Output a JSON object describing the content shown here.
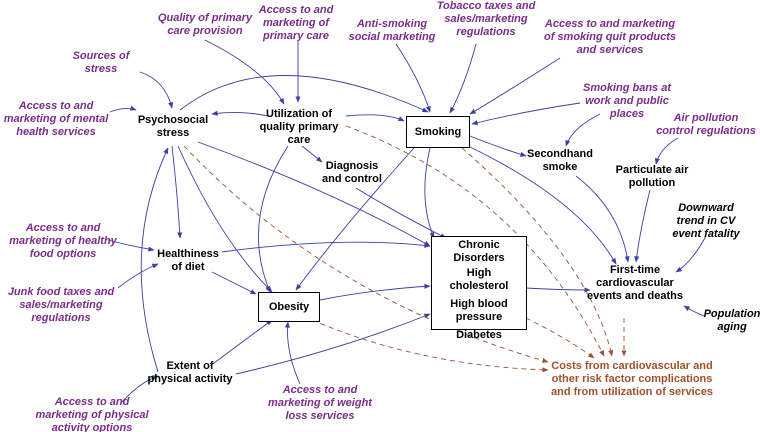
{
  "colors": {
    "policy_lever": "#7b2d8b",
    "variable": "#000000",
    "cost": "#a0522d",
    "arrow": "#3b3ea8",
    "cost_arrow": "#a0522d"
  },
  "nodes": {
    "quality_primary_care": {
      "lines": [
        "Quality of primary",
        "care provision"
      ]
    },
    "access_primary_care": {
      "lines": [
        "Access to and",
        "marketing of",
        "primary care"
      ]
    },
    "anti_smoking": {
      "lines": [
        "Anti-smoking",
        "social marketing"
      ]
    },
    "tobacco_taxes": {
      "lines": [
        "Tobacco taxes and",
        "sales/marketing",
        "regulations"
      ]
    },
    "access_quit": {
      "lines": [
        "Access to and marketing",
        "of smoking quit products",
        "and services"
      ]
    },
    "sources_stress": {
      "lines": [
        "Sources of",
        "stress"
      ]
    },
    "smoking_bans": {
      "lines": [
        "Smoking bans at",
        "work and public",
        "places"
      ]
    },
    "access_mental": {
      "lines": [
        "Access to and",
        "marketing of mental",
        "health services"
      ]
    },
    "psychosocial_stress": {
      "lines": [
        "Psychosocial",
        "stress"
      ]
    },
    "utilization_primary_care": {
      "lines": [
        "Utilization of",
        "quality primary",
        "care"
      ]
    },
    "smoking": {
      "lines": [
        "Smoking"
      ]
    },
    "air_pollution_regs": {
      "lines": [
        "Air pollution",
        "control regulations"
      ]
    },
    "secondhand_smoke": {
      "lines": [
        "Secondhand",
        "smoke"
      ]
    },
    "diagnosis_control": {
      "lines": [
        "Diagnosis",
        "and control"
      ]
    },
    "particulate_air": {
      "lines": [
        "Particulate air",
        "pollution"
      ]
    },
    "downward_trend": {
      "lines": [
        "Downward",
        "trend in CV",
        "event fatality"
      ]
    },
    "access_healthy_food": {
      "lines": [
        "Access to and",
        "marketing of healthy",
        "food options"
      ]
    },
    "healthiness_diet": {
      "lines": [
        "Healthiness",
        "of diet"
      ]
    },
    "chronic_disorders": {
      "header": "Chronic Disorders",
      "items": [
        [
          "High",
          "cholesterol"
        ],
        [
          "High blood",
          "pressure"
        ],
        [
          "Diabetes"
        ]
      ]
    },
    "first_time_events": {
      "lines": [
        "First-time",
        "cardiovascular",
        "events and deaths"
      ]
    },
    "junk_food": {
      "lines": [
        "Junk food taxes and",
        "sales/marketing",
        "regulations"
      ]
    },
    "obesity": {
      "lines": [
        "Obesity"
      ]
    },
    "population_aging": {
      "lines": [
        "Population",
        "aging"
      ]
    },
    "physical_activity": {
      "lines": [
        "Extent of",
        "physical activity"
      ]
    },
    "costs": {
      "lines": [
        "Costs from cardiovascular and",
        "other risk factor complications",
        "and from utilization of services"
      ]
    },
    "access_weight_loss": {
      "lines": [
        "Access to and",
        "marketing of weight",
        "loss services"
      ]
    },
    "access_physical": {
      "lines": [
        "Access to and",
        "marketing of physical",
        "activity options"
      ]
    }
  }
}
